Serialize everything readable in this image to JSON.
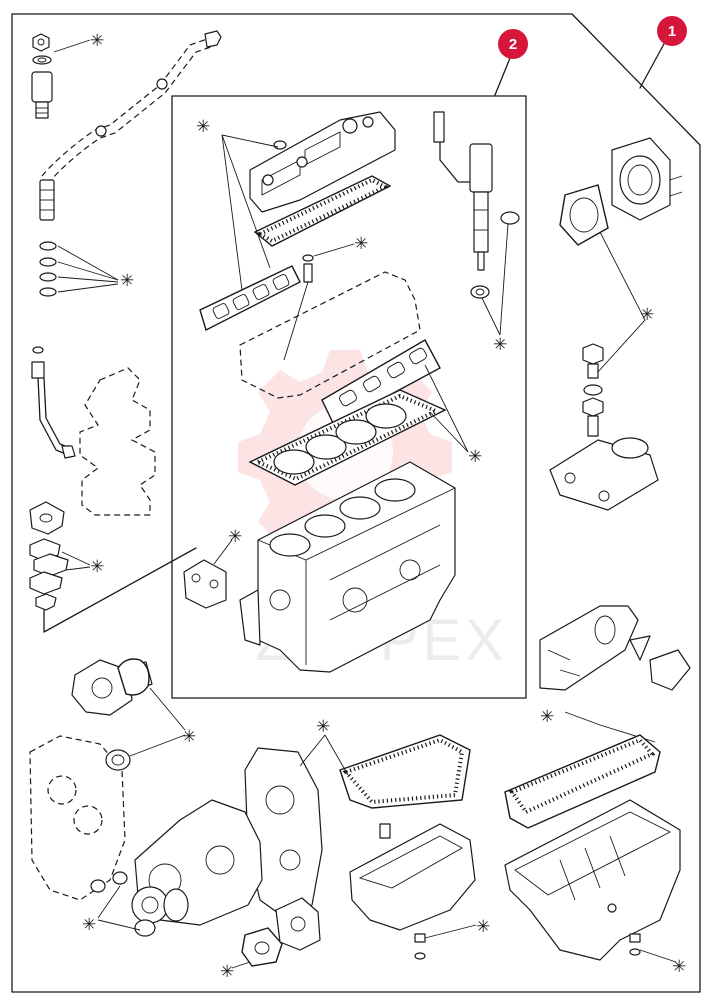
{
  "badges": [
    {
      "number": "1",
      "color": "#d6163b"
    },
    {
      "number": "2",
      "color": "#d6163b"
    }
  ],
  "callout_symbol": "✳",
  "watermark": {
    "text": "ZEPPEX",
    "color": "#e8252b"
  },
  "colors": {
    "line": "#1a1a1a",
    "background": "#ffffff"
  }
}
